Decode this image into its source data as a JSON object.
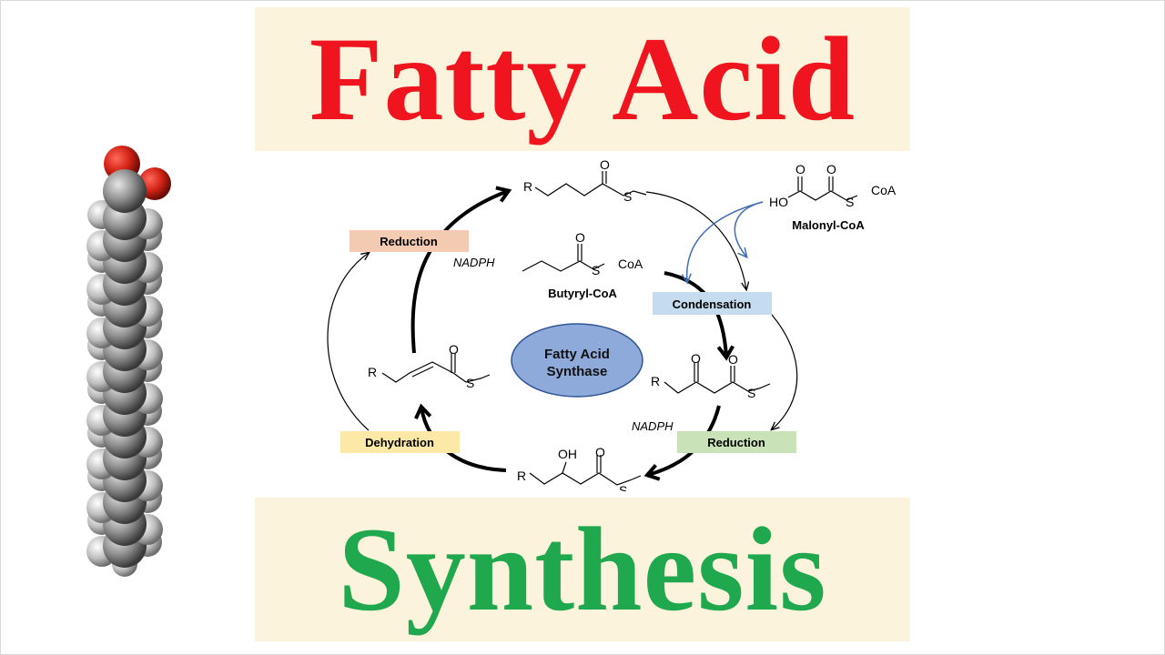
{
  "title": {
    "line1": "Fatty Acid",
    "line2": "Synthesis"
  },
  "diagram": {
    "center": {
      "line1": "Fatty Acid",
      "line2": "Synthase"
    },
    "steps": {
      "condensation": "Condensation",
      "reduction_top": "Reduction",
      "reduction_right": "Reduction",
      "dehydration": "Dehydration"
    },
    "cofactors": {
      "nadph_top": "NADPH",
      "nadph_right": "NADPH"
    },
    "molecules": {
      "malonyl": "Malonyl-CoA",
      "butyryl": "Butyryl-CoA"
    },
    "atoms": {
      "r": "R",
      "s": "S",
      "o": "O",
      "oh": "OH",
      "ho": "HO",
      "coa": "CoA"
    }
  },
  "colors": {
    "title_red": "#f0141e",
    "title_green": "#1fa84e",
    "panel_bg": "#fbf3dc",
    "reduction_box": "#f3cbb3",
    "condensation_box": "#c5dcef",
    "reduction2_box": "#c9e2b8",
    "dehydration_box": "#fce9a8",
    "synthase_fill": "#8eaadb",
    "arrow_blue": "#3f6eb5"
  }
}
